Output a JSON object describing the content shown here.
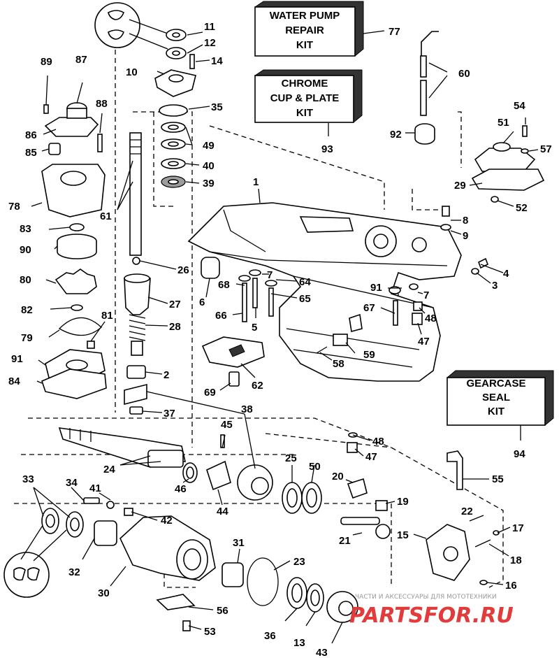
{
  "kits": {
    "water_pump": {
      "lines": [
        "WATER PUMP",
        "REPAIR",
        "KIT"
      ],
      "ref": "77"
    },
    "chrome_cup": {
      "lines": [
        "CHROME",
        "CUP & PLATE",
        "KIT"
      ],
      "ref": "93"
    },
    "gearcase_seal": {
      "lines": [
        "GEARCASE",
        "SEAL",
        "KIT"
      ],
      "ref": "94"
    }
  },
  "part_numbers": [
    "1",
    "2",
    "3",
    "4",
    "5",
    "6",
    "7",
    "8",
    "9",
    "10",
    "11",
    "12",
    "13",
    "14",
    "15",
    "16",
    "17",
    "18",
    "19",
    "20",
    "21",
    "22",
    "23",
    "24",
    "25",
    "26",
    "27",
    "28",
    "29",
    "30",
    "31",
    "32",
    "33",
    "34",
    "35",
    "36",
    "37",
    "38",
    "39",
    "40",
    "41",
    "42",
    "43",
    "44",
    "45",
    "46",
    "47",
    "48",
    "49",
    "50",
    "51",
    "52",
    "53",
    "54",
    "55",
    "56",
    "57",
    "58",
    "59",
    "60",
    "61",
    "62",
    "64",
    "65",
    "66",
    "67",
    "68",
    "69",
    "77",
    "78",
    "79",
    "80",
    "81",
    "82",
    "83",
    "84",
    "85",
    "86",
    "87",
    "88",
    "89",
    "90",
    "91",
    "92",
    "93",
    "94"
  ],
  "watermark": {
    "caption": "ЧАСТИ И АКСЕССУАРЫ ДЛЯ МОТОТЕХНИКИ",
    "brand": "PARTSFOR.RU"
  }
}
